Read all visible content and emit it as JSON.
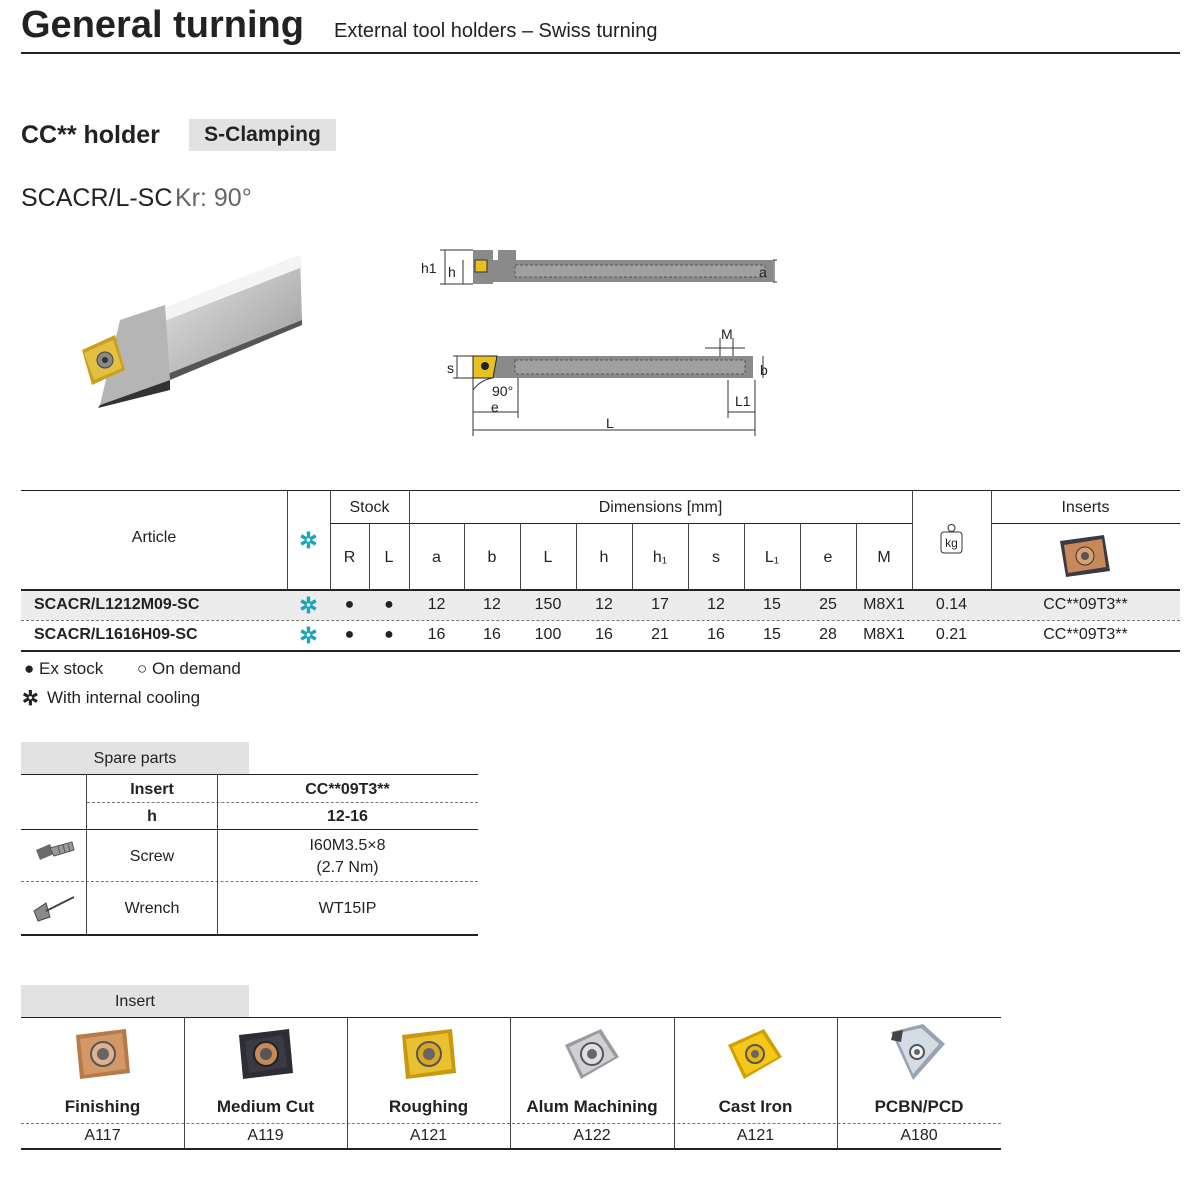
{
  "header": {
    "title": "General turning",
    "subtitle": "External tool holders – Swiss turning"
  },
  "holder": {
    "title": "CC** holder",
    "clamping": "S-Clamping",
    "model": "SCACR/L-SC",
    "kr": "Kr: 90°"
  },
  "drawing": {
    "labels": {
      "h1": "h1",
      "h": "h",
      "a": "a",
      "M": "M",
      "s": "s",
      "b": "b",
      "angle": "90°",
      "e": "e",
      "L1": "L1",
      "L": "L"
    }
  },
  "main_table": {
    "headers": {
      "article": "Article",
      "stock": "Stock",
      "dimensions": "Dimensions [mm]",
      "inserts": "Inserts",
      "weight_icon": "kg",
      "stock_cols": [
        "R",
        "L"
      ],
      "dim_cols": [
        "a",
        "b",
        "L",
        "h",
        "h₁",
        "s",
        "L₁",
        "e",
        "M"
      ]
    },
    "rows": [
      {
        "article": "SCACR/L1212M09-SC",
        "cool": "✲",
        "R": "●",
        "L": "●",
        "dims": [
          "12",
          "12",
          "150",
          "12",
          "17",
          "12",
          "15",
          "25",
          "M8X1"
        ],
        "kg": "0.14",
        "insert": "CC**09T3**"
      },
      {
        "article": "SCACR/L1616H09-SC",
        "cool": "✲",
        "R": "●",
        "L": "●",
        "dims": [
          "16",
          "16",
          "100",
          "16",
          "21",
          "16",
          "15",
          "28",
          "M8X1"
        ],
        "kg": "0.21",
        "insert": "CC**09T3**"
      }
    ],
    "cool_icon": "✲"
  },
  "legend": {
    "ex_stock": "● Ex stock",
    "on_demand": "○ On demand",
    "cooling": "With internal cooling"
  },
  "spare_parts": {
    "title": "Spare parts",
    "insert_label": "Insert",
    "insert_value": "CC**09T3**",
    "h_label": "h",
    "h_value": "12-16",
    "screw_label": "Screw",
    "screw_value_1": "I60M3.5×8",
    "screw_value_2": "(2.7 Nm)",
    "wrench_label": "Wrench",
    "wrench_value": "WT15IP"
  },
  "inserts": {
    "title": "Insert",
    "items": [
      {
        "name": "Finishing",
        "code": "A117",
        "color": "#c8895a"
      },
      {
        "name": "Medium Cut",
        "code": "A119",
        "color": "#2d2d35"
      },
      {
        "name": "Roughing",
        "code": "A121",
        "color": "#e0b020"
      },
      {
        "name": "Alum Machining",
        "code": "A122",
        "color": "#b8b8bc"
      },
      {
        "name": "Cast Iron",
        "code": "A121",
        "color": "#f0c010"
      },
      {
        "name": "PCBN/PCD",
        "code": "A180",
        "color": "#c8d2dc"
      }
    ]
  }
}
